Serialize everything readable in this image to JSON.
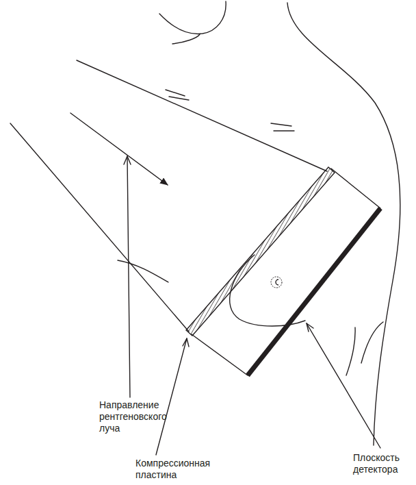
{
  "diagram": {
    "labels": [
      "Направление рентгеновского луча",
      "Плоскость детектора",
      "Компрессионная пластина"
    ]
  }
}
